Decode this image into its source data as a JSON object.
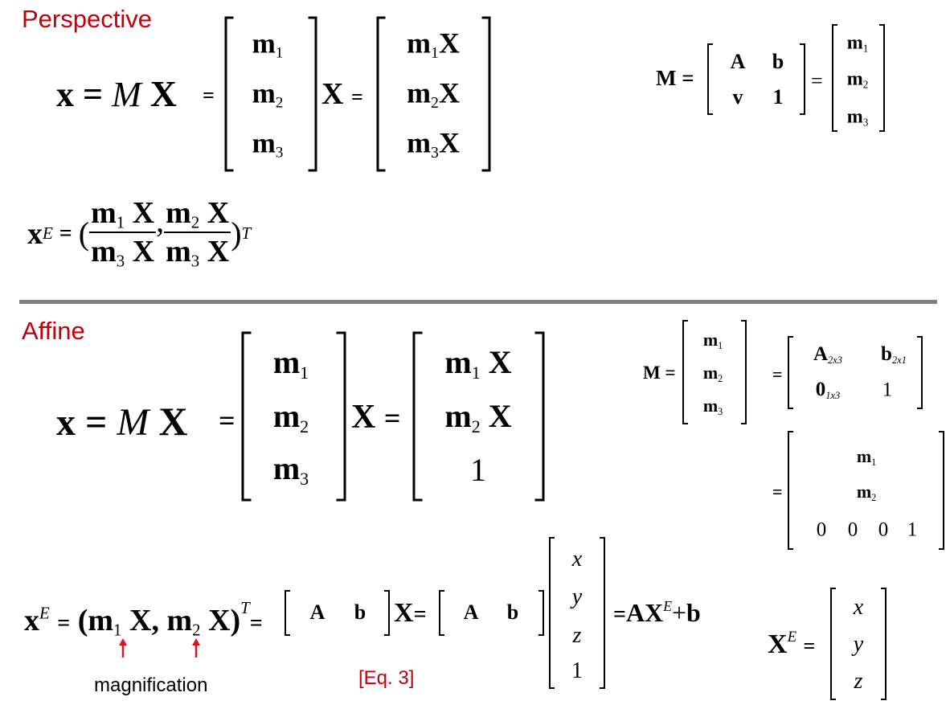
{
  "sections": {
    "perspective": "Perspective",
    "affine": "Affine"
  },
  "symbols": {
    "x": "x",
    "M": "M",
    "X": "X",
    "eq": "=",
    "m": "m",
    "A": "A",
    "b": "b",
    "v": "v",
    "one": "1",
    "zero": "0",
    "E": "E",
    "T": "T",
    "plus": "+",
    "var_x": "x",
    "var_y": "y",
    "var_z": "z",
    "sub1": "1",
    "sub2": "2",
    "sub3": "3",
    "sub2x3": "2x3",
    "sub2x1": "2x1",
    "sub1x3": "1x3",
    "lparen": "(",
    "rparen": ")",
    "comma": ","
  },
  "annotations": {
    "magnification": "magnification",
    "equation_ref": "[Eq. 3]"
  },
  "colors": {
    "heading": "#c0000a",
    "divider": "#7f7f7f",
    "arrow": "#e0121a"
  }
}
